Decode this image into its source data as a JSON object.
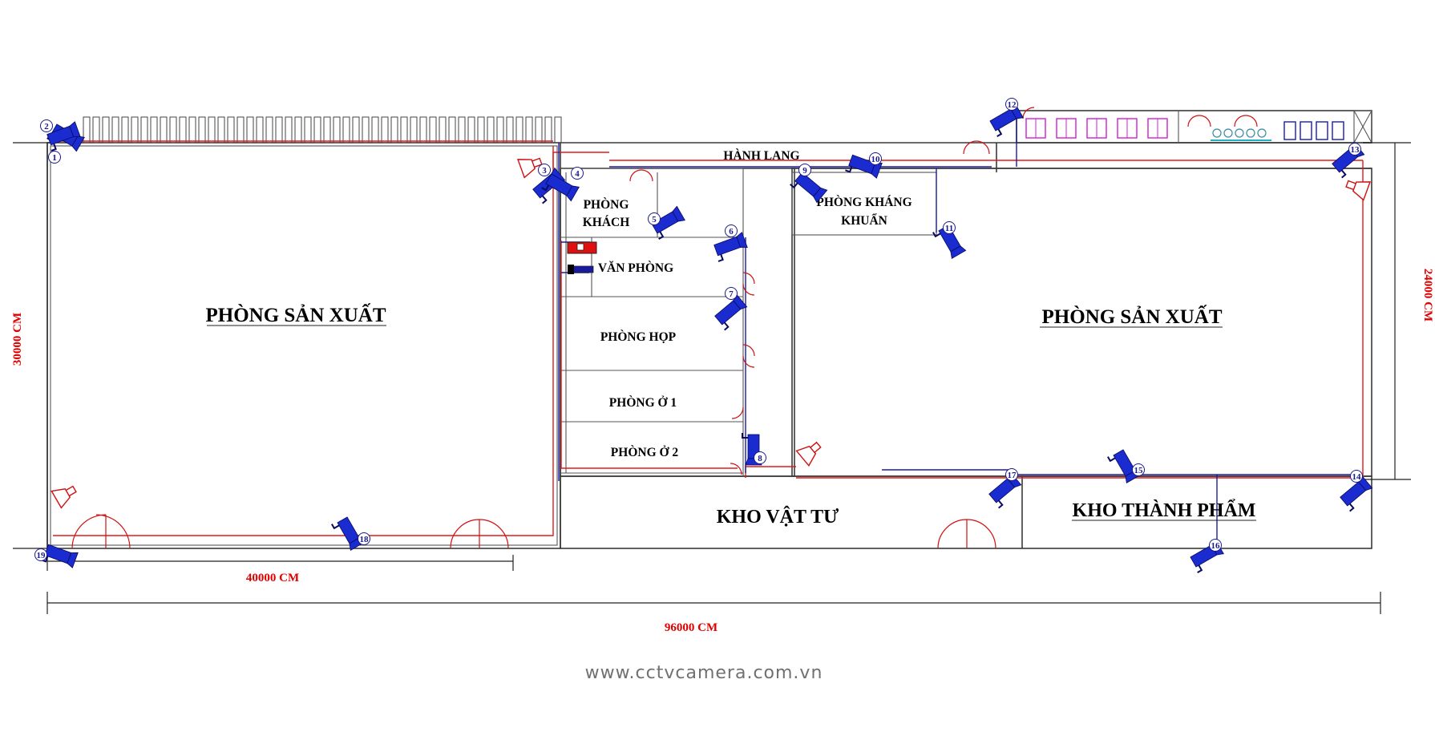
{
  "rooms": {
    "production_left": "PHÒNG SẢN XUẤT",
    "production_right": "PHÒNG SẢN XUẤT",
    "corridor": "HÀNH LANG",
    "guest_line1": "PHÒNG",
    "guest_line2": "KHÁCH",
    "antibacterial_line1": "PHÒNG KHÁNG",
    "antibacterial_line2": "KHUẨN",
    "office": "VĂN PHÒNG",
    "meeting": "PHÒNG HỌP",
    "living1": "PHÒNG Ở 1",
    "living2": "PHÒNG Ở 2",
    "supply_warehouse": "KHO VẬT TƯ",
    "finished_warehouse": "KHO THÀNH PHẨM"
  },
  "dimensions": {
    "left_height": "30000 CM",
    "right_height": "24000 CM",
    "partial_width": "40000 CM",
    "total_width": "96000 CM"
  },
  "cameras": [
    "1",
    "2",
    "3",
    "4",
    "5",
    "6",
    "7",
    "8",
    "9",
    "10",
    "11",
    "12",
    "13",
    "14",
    "15",
    "16",
    "17",
    "18",
    "19"
  ],
  "footer": {
    "url": "www.cctvcamera.com.vn"
  },
  "colors": {
    "wall": "#3a3a3a",
    "cable_red": "#e01a1a",
    "cable_blue": "#1a1aa0",
    "camera": "#1a2bd0",
    "dimension_text": "#e00000"
  },
  "icons": {
    "camera": "cctv-camera-icon",
    "speaker": "speaker-icon",
    "door": "door-swing-icon"
  }
}
